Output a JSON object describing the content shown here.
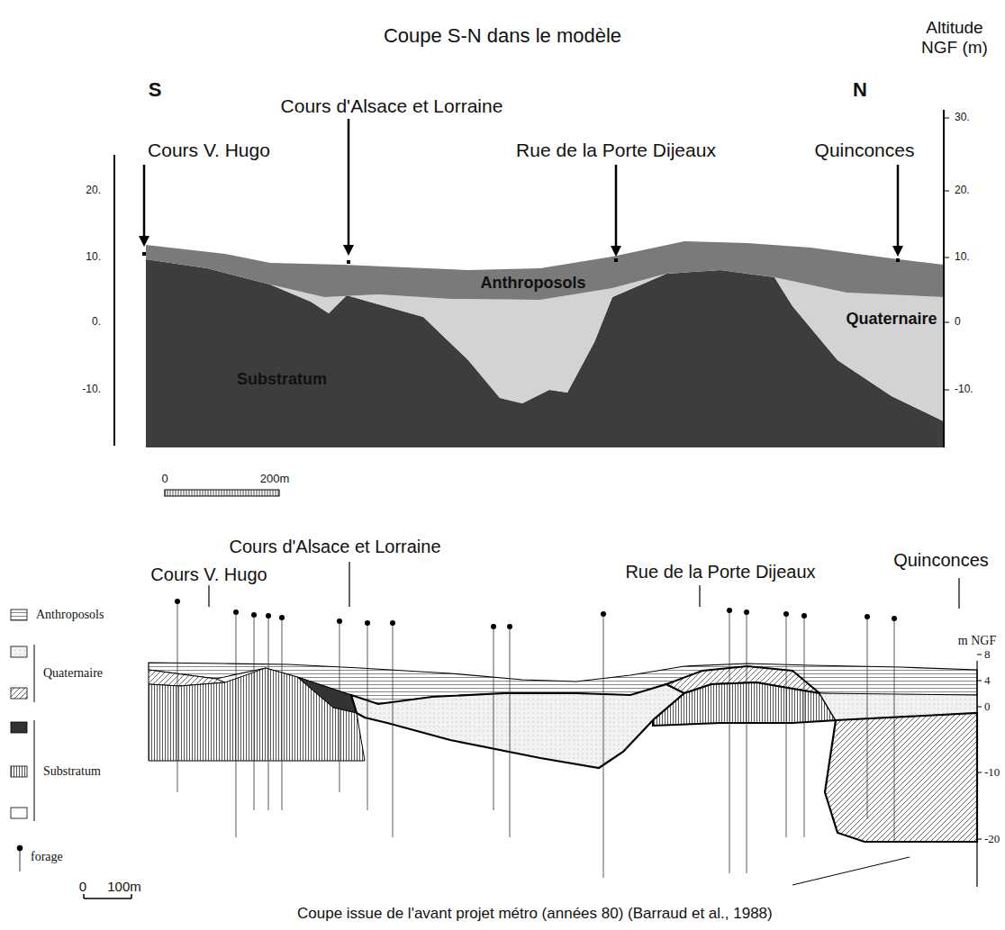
{
  "diagram": {
    "title": "Coupe S-N dans le modèle",
    "caption": "Coupe issue de l'avant projet métro (années 80) (Barraud et al., 1988)",
    "labels": [
      "S",
      "N",
      "Altitude NGF (m)",
      "Cours d'Alsace et Lorraine",
      "Cours V. Hugo",
      "Rue de la Porte Dijeaux",
      "Quinconces",
      "20.",
      "10.",
      "0.",
      "-10.",
      "30.",
      "20.",
      "10.",
      "0",
      "-10.",
      "Anthroposols",
      "Quaternaire",
      "Substratum",
      "0",
      "200m",
      "Cours d'Alsace et Lorraine",
      "Cours V. Hugo",
      "Rue de la Porte Dijeaux",
      "Quinconces",
      "m NGF",
      "8",
      "4",
      "0",
      "-10",
      "-20",
      "0",
      "100m"
    ],
    "legend": [
      {
        "text": "Anthroposols"
      },
      {
        "text": "Quaternaire"
      },
      {
        "text": "Substratum"
      },
      {
        "text": "forage"
      }
    ]
  }
}
